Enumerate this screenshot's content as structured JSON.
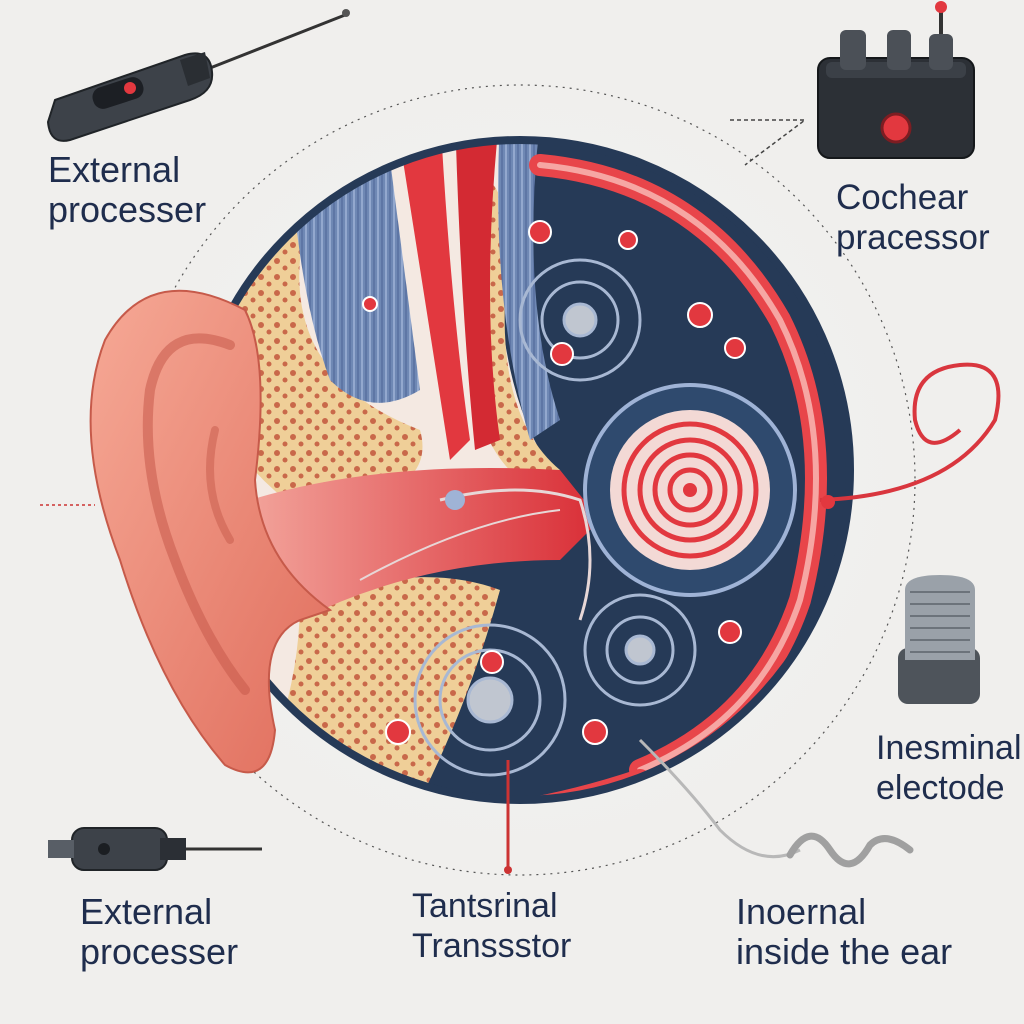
{
  "labels": {
    "top_left": {
      "line1": "External",
      "line2": "processer"
    },
    "top_right": {
      "line1": "Cochear",
      "line2": "pracessor"
    },
    "right_middle": {
      "line1": "Inesminal",
      "line2": "electode"
    },
    "bottom_left": {
      "line1": "External",
      "line2": "processer"
    },
    "bottom_middle": {
      "line1": "Tantsrinal",
      "line2": "Transsstor"
    },
    "bottom_right": {
      "line1": "Inoernal",
      "line2": "inside the ear"
    }
  },
  "colors": {
    "background": "#f0efed",
    "text": "#1f2d4d",
    "tissue_red": "#e2383f",
    "navy": "#23354f",
    "skin": "#f08e7e",
    "bone": "#e8c489"
  }
}
